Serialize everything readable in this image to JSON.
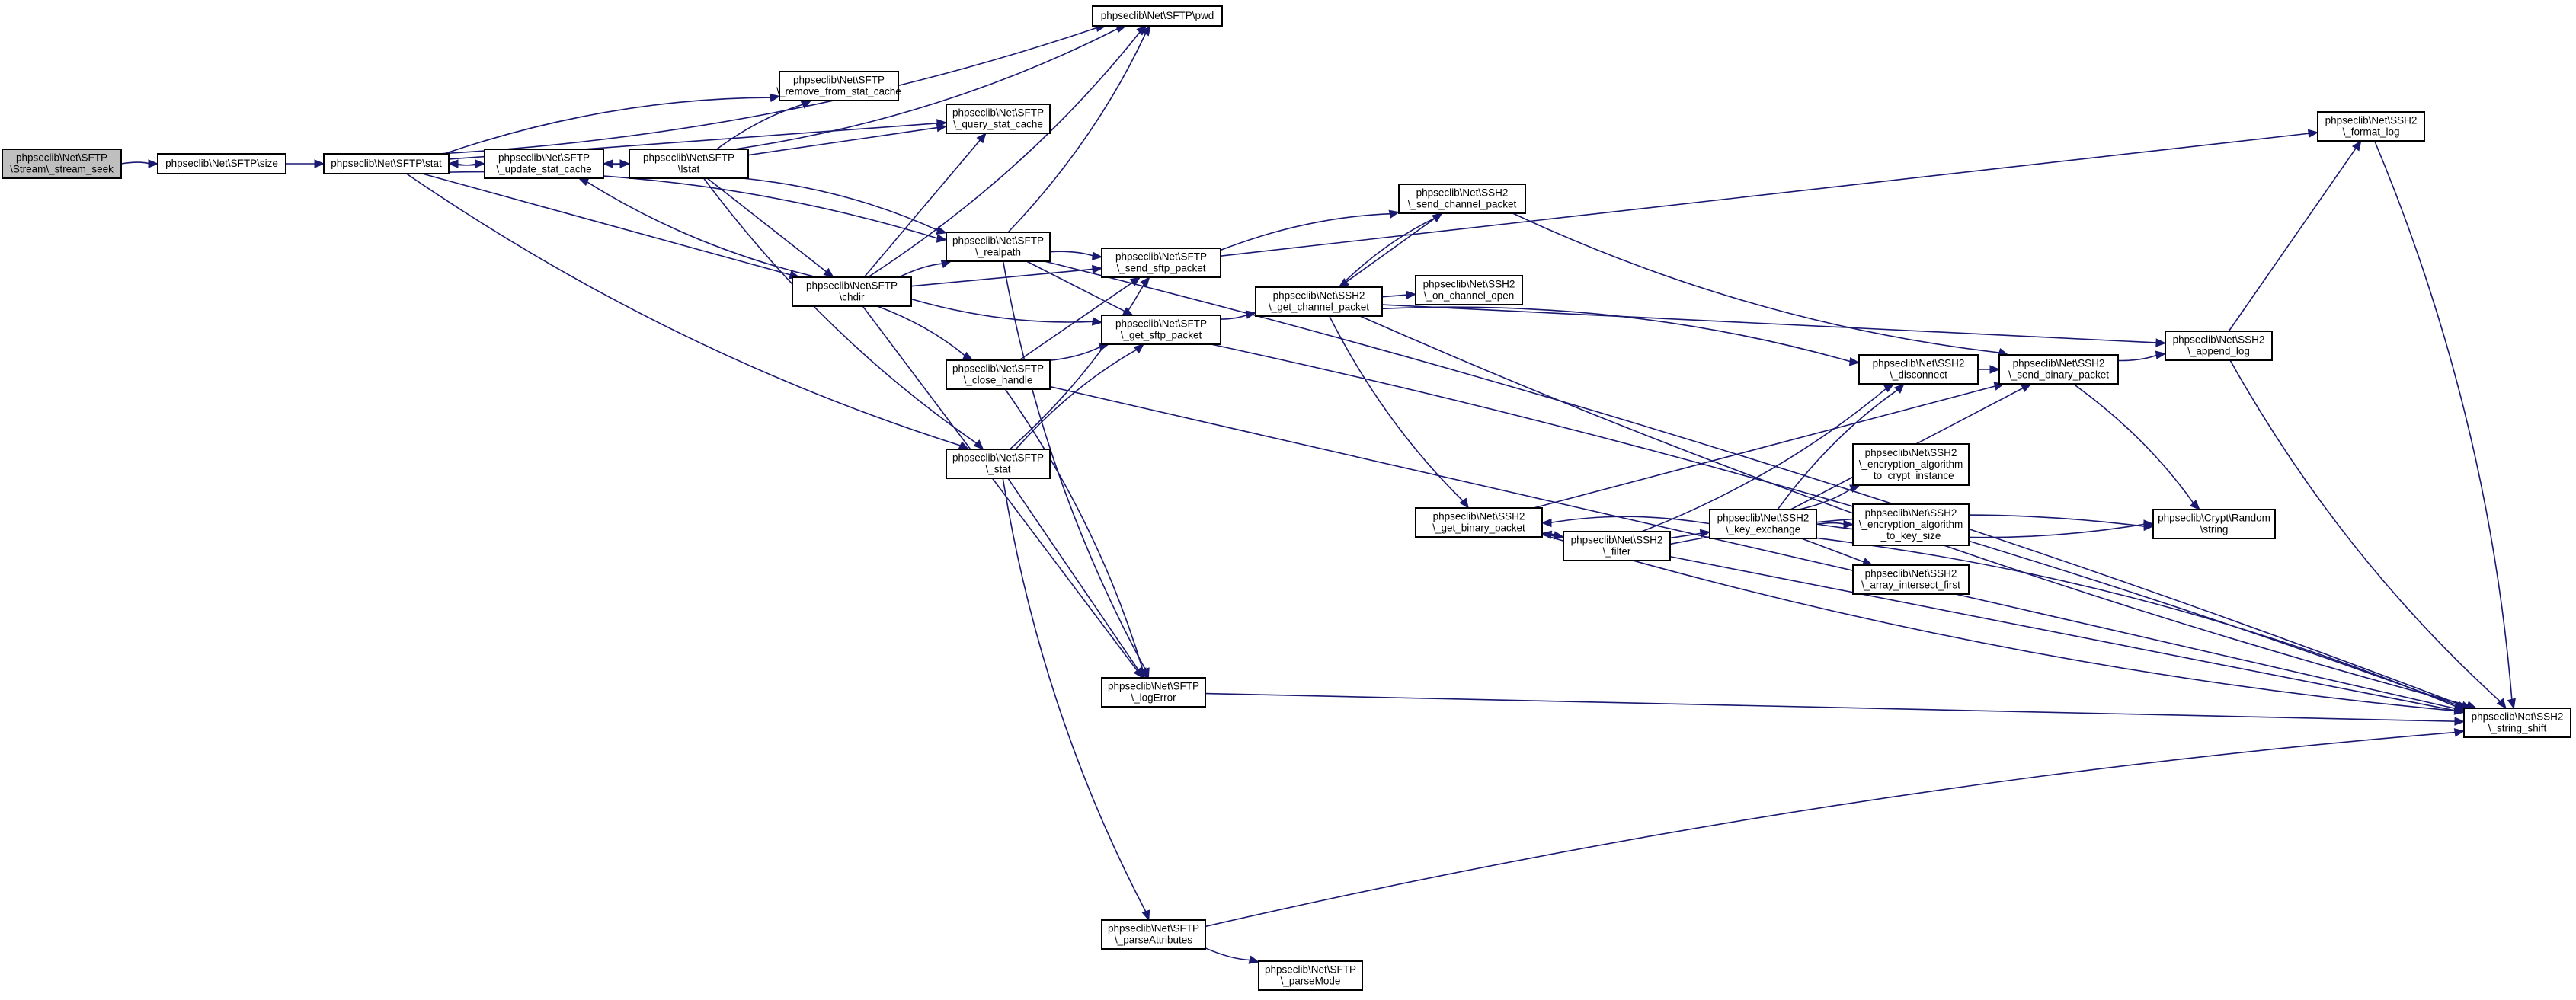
{
  "colors": {
    "edge": "#191970",
    "root_fill": "#bfbfbf",
    "node_fill": "#ffffff",
    "border": "#000000"
  },
  "nodes": [
    {
      "id": "stream_seek",
      "lines": [
        "phpseclib\\Net\\SFTP",
        "\\Stream\\_stream_seek"
      ],
      "root": true
    },
    {
      "id": "size",
      "lines": [
        "phpseclib\\Net\\SFTP\\size"
      ]
    },
    {
      "id": "stat",
      "lines": [
        "phpseclib\\Net\\SFTP\\stat"
      ]
    },
    {
      "id": "update_stat_cache",
      "lines": [
        "phpseclib\\Net\\SFTP",
        "\\_update_stat_cache"
      ]
    },
    {
      "id": "lstat",
      "lines": [
        "phpseclib\\Net\\SFTP",
        "\\lstat"
      ]
    },
    {
      "id": "remove_from_stat_cache",
      "lines": [
        "phpseclib\\Net\\SFTP",
        "\\_remove_from_stat_cache"
      ]
    },
    {
      "id": "query_stat_cache",
      "lines": [
        "phpseclib\\Net\\SFTP",
        "\\_query_stat_cache"
      ]
    },
    {
      "id": "pwd",
      "lines": [
        "phpseclib\\Net\\SFTP\\pwd"
      ]
    },
    {
      "id": "realpath",
      "lines": [
        "phpseclib\\Net\\SFTP",
        "\\_realpath"
      ]
    },
    {
      "id": "chdir",
      "lines": [
        "phpseclib\\Net\\SFTP",
        "\\chdir"
      ]
    },
    {
      "id": "close_handle",
      "lines": [
        "phpseclib\\Net\\SFTP",
        "\\_close_handle"
      ]
    },
    {
      "id": "sftp_stat",
      "lines": [
        "phpseclib\\Net\\SFTP",
        "\\_stat"
      ]
    },
    {
      "id": "send_sftp_packet",
      "lines": [
        "phpseclib\\Net\\SFTP",
        "\\_send_sftp_packet"
      ]
    },
    {
      "id": "get_sftp_packet",
      "lines": [
        "phpseclib\\Net\\SFTP",
        "\\_get_sftp_packet"
      ]
    },
    {
      "id": "logError",
      "lines": [
        "phpseclib\\Net\\SFTP",
        "\\_logError"
      ]
    },
    {
      "id": "parseAttributes",
      "lines": [
        "phpseclib\\Net\\SFTP",
        "\\_parseAttributes"
      ]
    },
    {
      "id": "parseMode",
      "lines": [
        "phpseclib\\Net\\SFTP",
        "\\_parseMode"
      ]
    },
    {
      "id": "send_channel_packet",
      "lines": [
        "phpseclib\\Net\\SSH2",
        "\\_send_channel_packet"
      ]
    },
    {
      "id": "get_channel_packet",
      "lines": [
        "phpseclib\\Net\\SSH2",
        "\\_get_channel_packet"
      ]
    },
    {
      "id": "on_channel_open",
      "lines": [
        "phpseclib\\Net\\SSH2",
        "\\_on_channel_open"
      ]
    },
    {
      "id": "get_binary_packet",
      "lines": [
        "phpseclib\\Net\\SSH2",
        "\\_get_binary_packet"
      ]
    },
    {
      "id": "filter",
      "lines": [
        "phpseclib\\Net\\SSH2",
        "\\_filter"
      ]
    },
    {
      "id": "key_exchange",
      "lines": [
        "phpseclib\\Net\\SSH2",
        "\\_key_exchange"
      ]
    },
    {
      "id": "disconnect",
      "lines": [
        "phpseclib\\Net\\SSH2",
        "\\_disconnect"
      ]
    },
    {
      "id": "enc_crypt",
      "lines": [
        "phpseclib\\Net\\SSH2",
        "\\_encryption_algorithm",
        "_to_crypt_instance"
      ]
    },
    {
      "id": "enc_keysize",
      "lines": [
        "phpseclib\\Net\\SSH2",
        "\\_encryption_algorithm",
        "_to_key_size"
      ]
    },
    {
      "id": "array_intersect",
      "lines": [
        "phpseclib\\Net\\SSH2",
        "\\_array_intersect_first"
      ]
    },
    {
      "id": "send_binary_packet",
      "lines": [
        "phpseclib\\Net\\SSH2",
        "\\_send_binary_packet"
      ]
    },
    {
      "id": "append_log",
      "lines": [
        "phpseclib\\Net\\SSH2",
        "\\_append_log"
      ]
    },
    {
      "id": "format_log",
      "lines": [
        "phpseclib\\Net\\SSH2",
        "\\_format_log"
      ]
    },
    {
      "id": "random_string",
      "lines": [
        "phpseclib\\Crypt\\Random",
        "\\string"
      ]
    },
    {
      "id": "string_shift",
      "lines": [
        "phpseclib\\Net\\SSH2",
        "\\_string_shift"
      ]
    }
  ],
  "edges": [
    [
      "stream_seek",
      "size"
    ],
    [
      "size",
      "stat"
    ],
    [
      "stat",
      "update_stat_cache"
    ],
    [
      "stat",
      "remove_from_stat_cache"
    ],
    [
      "stat",
      "query_stat_cache"
    ],
    [
      "stat",
      "pwd"
    ],
    [
      "stat",
      "realpath"
    ],
    [
      "stat",
      "chdir"
    ],
    [
      "stat",
      "sftp_stat"
    ],
    [
      "update_stat_cache",
      "stat"
    ],
    [
      "lstat",
      "update_stat_cache"
    ],
    [
      "update_stat_cache",
      "lstat"
    ],
    [
      "lstat",
      "remove_from_stat_cache"
    ],
    [
      "lstat",
      "query_stat_cache"
    ],
    [
      "lstat",
      "pwd"
    ],
    [
      "lstat",
      "realpath"
    ],
    [
      "lstat",
      "chdir"
    ],
    [
      "lstat",
      "sftp_stat"
    ],
    [
      "chdir",
      "update_stat_cache"
    ],
    [
      "chdir",
      "query_stat_cache"
    ],
    [
      "chdir",
      "pwd"
    ],
    [
      "chdir",
      "realpath"
    ],
    [
      "chdir",
      "send_sftp_packet"
    ],
    [
      "chdir",
      "get_sftp_packet"
    ],
    [
      "chdir",
      "close_handle"
    ],
    [
      "chdir",
      "logError"
    ],
    [
      "realpath",
      "pwd"
    ],
    [
      "realpath",
      "send_sftp_packet"
    ],
    [
      "realpath",
      "get_sftp_packet"
    ],
    [
      "realpath",
      "logError"
    ],
    [
      "realpath",
      "string_shift"
    ],
    [
      "close_handle",
      "send_sftp_packet"
    ],
    [
      "close_handle",
      "get_sftp_packet"
    ],
    [
      "close_handle",
      "logError"
    ],
    [
      "close_handle",
      "string_shift"
    ],
    [
      "sftp_stat",
      "send_sftp_packet"
    ],
    [
      "sftp_stat",
      "get_sftp_packet"
    ],
    [
      "sftp_stat",
      "logError"
    ],
    [
      "sftp_stat",
      "parseAttributes"
    ],
    [
      "send_sftp_packet",
      "send_channel_packet"
    ],
    [
      "send_sftp_packet",
      "format_log"
    ],
    [
      "get_sftp_packet",
      "get_channel_packet"
    ],
    [
      "get_sftp_packet",
      "string_shift"
    ],
    [
      "logError",
      "string_shift"
    ],
    [
      "parseAttributes",
      "parseMode"
    ],
    [
      "parseAttributes",
      "string_shift"
    ],
    [
      "send_channel_packet",
      "get_channel_packet"
    ],
    [
      "send_channel_packet",
      "send_binary_packet"
    ],
    [
      "get_channel_packet",
      "send_channel_packet"
    ],
    [
      "get_channel_packet",
      "on_channel_open"
    ],
    [
      "get_channel_packet",
      "get_binary_packet"
    ],
    [
      "get_channel_packet",
      "disconnect"
    ],
    [
      "get_channel_packet",
      "append_log"
    ],
    [
      "get_channel_packet",
      "string_shift"
    ],
    [
      "get_binary_packet",
      "filter"
    ],
    [
      "get_binary_packet",
      "send_binary_packet"
    ],
    [
      "get_binary_packet",
      "string_shift"
    ],
    [
      "filter",
      "get_binary_packet"
    ],
    [
      "filter",
      "key_exchange"
    ],
    [
      "filter",
      "disconnect"
    ],
    [
      "filter",
      "random_string"
    ],
    [
      "filter",
      "string_shift"
    ],
    [
      "key_exchange",
      "get_binary_packet"
    ],
    [
      "key_exchange",
      "disconnect"
    ],
    [
      "key_exchange",
      "send_binary_packet"
    ],
    [
      "key_exchange",
      "enc_crypt"
    ],
    [
      "key_exchange",
      "enc_keysize"
    ],
    [
      "key_exchange",
      "array_intersect"
    ],
    [
      "key_exchange",
      "random_string"
    ],
    [
      "key_exchange",
      "string_shift"
    ],
    [
      "disconnect",
      "send_binary_packet"
    ],
    [
      "send_binary_packet",
      "append_log"
    ],
    [
      "send_binary_packet",
      "random_string"
    ],
    [
      "append_log",
      "format_log"
    ],
    [
      "append_log",
      "string_shift"
    ],
    [
      "format_log",
      "string_shift"
    ]
  ]
}
